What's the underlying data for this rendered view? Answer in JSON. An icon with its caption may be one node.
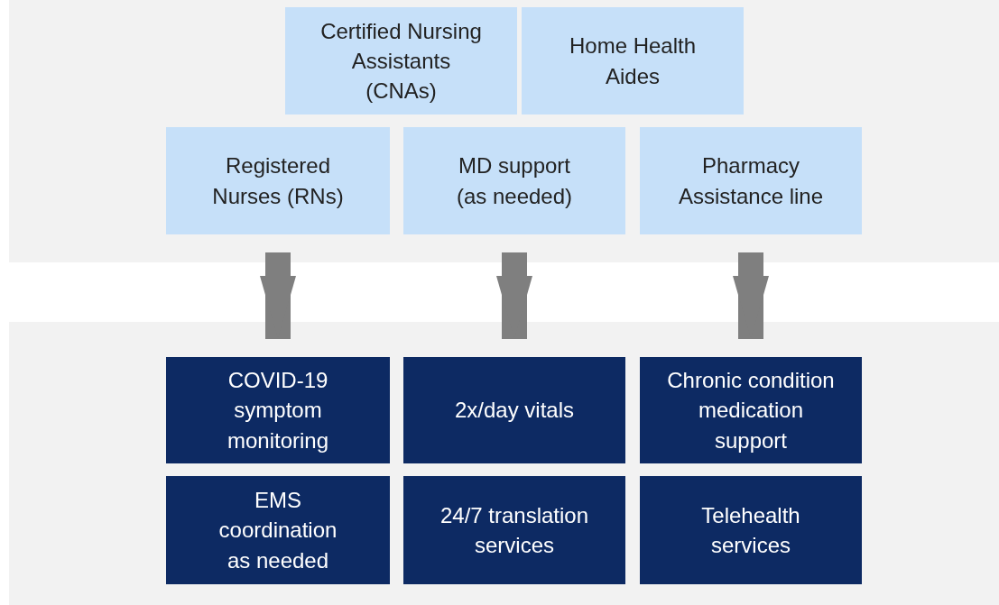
{
  "diagram": {
    "nodes": [
      {
        "text": [
          "Certified Nursing Assistants (CNAs)"
        ]
      },
      {
        "text": [
          "Home Health Aides"
        ]
      },
      {
        "text": [
          "Registered Nurses (RNs)"
        ]
      },
      {
        "text": [
          "MD support (as needed)"
        ]
      },
      {
        "text": [
          "Pharmacy Assistance line"
        ]
      },
      {
        "text": [
          "COVID-19 symptom monitoring"
        ]
      },
      {
        "text": [
          "2x/day vitals"
        ]
      },
      {
        "text": [
          "Chronic condition medication support"
        ]
      },
      {
        "text": [
          "EMS coordination as needed"
        ]
      },
      {
        "text": [
          "24/7 translation services"
        ]
      },
      {
        "text": [
          "Telehealth services"
        ]
      }
    ],
    "edges": [
      {
        "from": 2,
        "to": 5,
        "arrow": "to"
      },
      {
        "from": 3,
        "to": 6,
        "arrow": "to"
      },
      {
        "from": 4,
        "to": 7,
        "arrow": "to"
      }
    ]
  }
}
